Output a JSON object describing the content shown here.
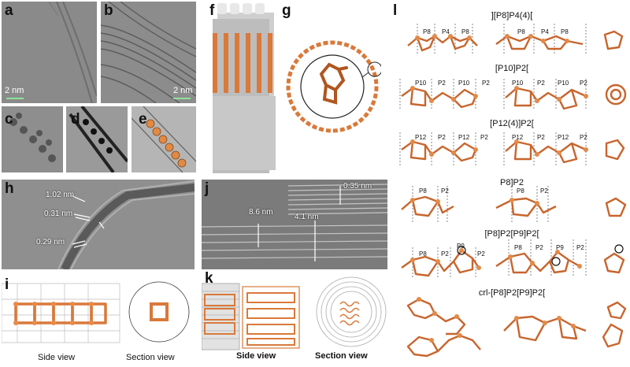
{
  "labels": {
    "a": "a",
    "b": "b",
    "c": "c",
    "d": "d",
    "e": "e",
    "f": "f",
    "g": "g",
    "h": "h",
    "i": "i",
    "j": "j",
    "k": "k",
    "l": "l"
  },
  "scale_bars": {
    "a": "2 nm",
    "b": "2 nm"
  },
  "panel_h": {
    "m1": "1.02 nm",
    "m2": "0.31 nm",
    "m3": "0.29 nm"
  },
  "panel_j": {
    "m1": "0.35 nm",
    "m2": "8.6 nm",
    "m3": "4.1 nm"
  },
  "panel_i": {
    "side": "Side view",
    "section": "Section view"
  },
  "panel_k": {
    "side": "Side view",
    "section": "Section view"
  },
  "panel_l": {
    "rows": [
      {
        "title": "][P8]P4(4)[",
        "labels": [
          "P8",
          "P4",
          "P8",
          "P8",
          "P4",
          "P8"
        ]
      },
      {
        "title": "[P10]P2[",
        "labels": [
          "P10",
          "P2",
          "P10",
          "P2",
          "P10",
          "P2",
          "P10",
          "P2"
        ]
      },
      {
        "title": "[P12(4)]P2[",
        "labels": [
          "P12",
          "P2",
          "P12",
          "P2",
          "P12",
          "P2",
          "P12",
          "P2"
        ]
      },
      {
        "title": "P8]P2",
        "labels": [
          "P8",
          "P2",
          "P8",
          "P2"
        ]
      },
      {
        "title": "[P8]P2[P9]P2[",
        "labels": [
          "P8",
          "P2",
          "P9",
          "P2",
          "P8",
          "P2",
          "P9",
          "P2"
        ]
      },
      {
        "title": "crl-[P8]P2[P9]P2[",
        "labels": []
      }
    ]
  },
  "colors": {
    "phosphorus": "#d9793a",
    "tem_gray": "#8e8e8e",
    "scale_green": "#8fe39a"
  }
}
